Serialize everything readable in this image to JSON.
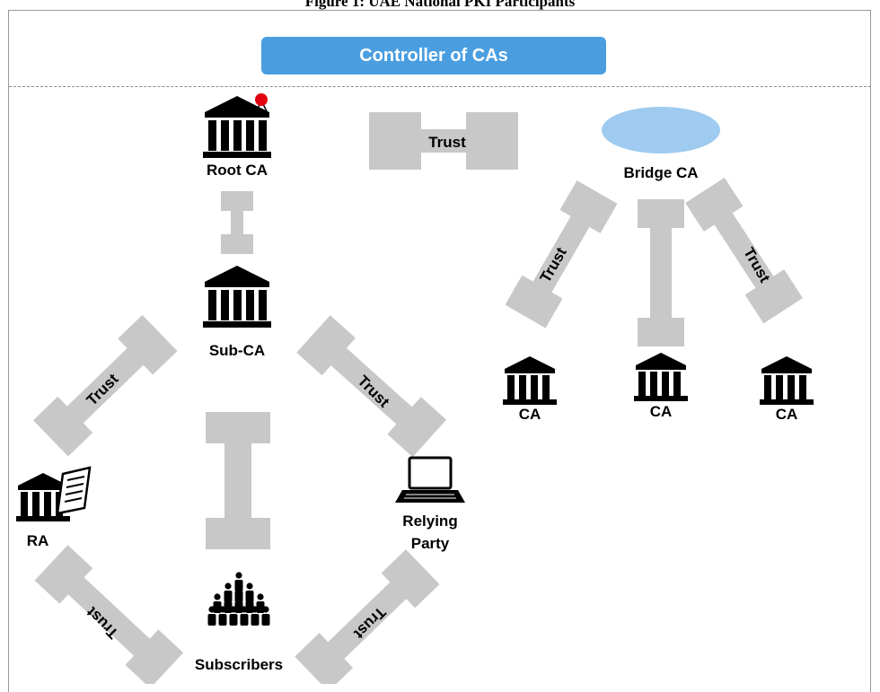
{
  "figure_title": "Figure 1: UAE National PKI Participants",
  "header": {
    "controller_label": "Controller of CAs"
  },
  "nodes": {
    "root_ca": "Root CA",
    "bridge_ca": "Bridge CA",
    "sub_ca": "Sub-CA",
    "ca_1": "CA",
    "ca_2": "CA",
    "ca_3": "CA",
    "ra": "RA",
    "relying_party_line1": "Relying",
    "relying_party_line2": "Party",
    "subscribers": "Subscribers"
  },
  "edge_labels": {
    "root_bridge": "Trust",
    "bridge_ca1": "Trust",
    "bridge_ca3": "Trust",
    "sub_ra": "Trust",
    "sub_relying": "Trust",
    "ra_subscribers": "Trust",
    "subscribers_relying": "Trust"
  },
  "colors": {
    "arrow": "#c8c8c8",
    "controller": "#4a9ee0",
    "bridge_ellipse": "#9ecbef",
    "seal": "#e3000f"
  }
}
